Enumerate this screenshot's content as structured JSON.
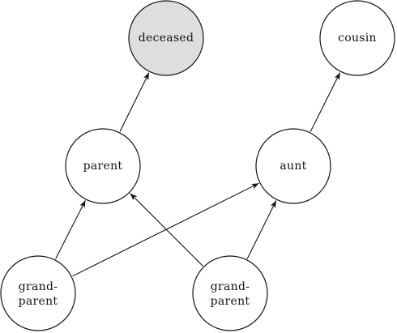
{
  "diagram": {
    "nodes": {
      "deceased": {
        "lines": [
          "deceased"
        ],
        "shaded": true,
        "fill": "#dedede"
      },
      "cousin": {
        "lines": [
          "cousin"
        ],
        "shaded": false
      },
      "parent": {
        "lines": [
          "parent"
        ],
        "shaded": false
      },
      "aunt": {
        "lines": [
          "aunt"
        ],
        "shaded": false
      },
      "grandparent_left": {
        "lines": [
          "grand-",
          "parent"
        ],
        "shaded": false
      },
      "grandparent_right": {
        "lines": [
          "grand-",
          "parent"
        ],
        "shaded": false
      }
    },
    "edges": [
      {
        "from": "parent",
        "to": "deceased"
      },
      {
        "from": "aunt",
        "to": "cousin"
      },
      {
        "from": "grandparent_left",
        "to": "parent"
      },
      {
        "from": "grandparent_left",
        "to": "aunt"
      },
      {
        "from": "grandparent_right",
        "to": "parent"
      },
      {
        "from": "grandparent_right",
        "to": "aunt"
      }
    ]
  }
}
